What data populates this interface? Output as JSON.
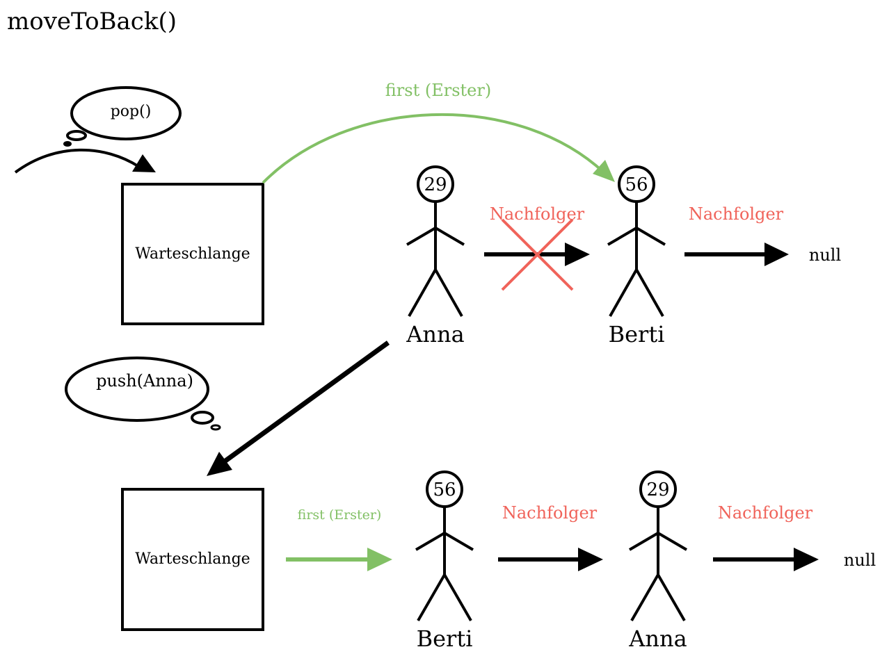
{
  "title": "moveToBack()",
  "top": {
    "bubble_text": "pop()",
    "queue_label": "Warteschlange",
    "first_label": "first (Erster)",
    "person1": {
      "name": "Anna",
      "number": "29"
    },
    "person2": {
      "name": "Berti",
      "number": "56"
    },
    "link1_label": "Nachfolger",
    "link2_label": "Nachfolger",
    "null_label": "null"
  },
  "bottom": {
    "bubble_text": "push(Anna)",
    "queue_label": "Warteschlange",
    "first_label": "first (Erster)",
    "person1": {
      "name": "Berti",
      "number": "56"
    },
    "person2": {
      "name": "Anna",
      "number": "29"
    },
    "link1_label": "Nachfolger",
    "link2_label": "Nachfolger",
    "null_label": "null"
  },
  "colors": {
    "green": "#82c065",
    "red": "#f0635a",
    "black": "#000000"
  }
}
